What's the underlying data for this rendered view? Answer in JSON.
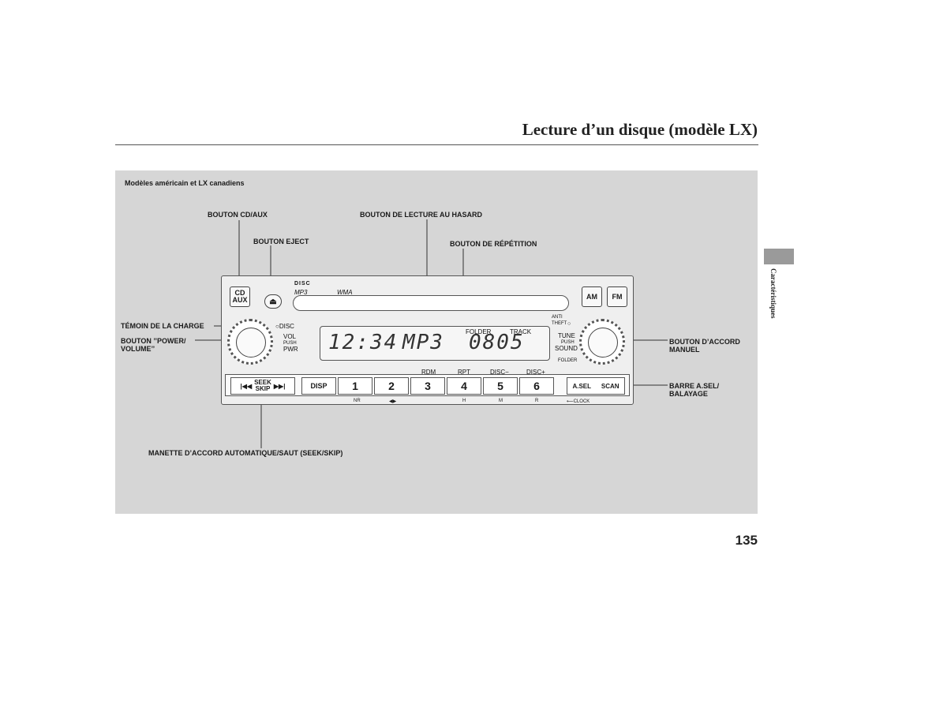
{
  "page": {
    "title": "Lecture d’un disque (modèle LX)",
    "section_tab": "Caractéristiques",
    "page_number": "135"
  },
  "figure": {
    "model_note": "Modèles américain et LX canadiens",
    "callouts": {
      "cd_aux": "BOUTON CD/AUX",
      "random": "BOUTON DE LECTURE AU HASARD",
      "eject": "BOUTON EJECT",
      "repeat": "BOUTON DE RÉPÉTITION",
      "charge": "TÉMOIN DE LA CHARGE",
      "power_volume": "BOUTON ’’POWER/\nVOLUME’’",
      "tune": "BOUTON D’ACCORD\nMANUEL",
      "asel_scan": "BARRE A.SEL/\nBALAYAGE",
      "seek_skip": "MANETTE D’ACCORD AUTOMATIQUE/SAUT (SEEK/SKIP)"
    }
  },
  "radio": {
    "cd_aux_label": "CD\nAUX",
    "eject_symbol": "⏏",
    "disc_logo": "DISC",
    "mp3_logo": "MP3",
    "wma_logo": "WMA",
    "am": "AM",
    "fm": "FM",
    "disc_indicator": "DISC",
    "vol": "VOL",
    "push_left": "PUSH",
    "pwr": "PWR",
    "anti_theft": "ANTI\nTHEFT",
    "tune": "TUNE",
    "push_right": "PUSH",
    "sound": "SOUND",
    "folder_below": "FOLDER",
    "display": {
      "folder_label": "FOLDER",
      "track_label": "TRACK",
      "clock": "12:34",
      "mode": "MP3",
      "folder_track": "0805"
    },
    "seek_skip": "SEEK\nSKIP",
    "seek_prev": "|◀◀",
    "seek_next": "▶▶|",
    "disp": "DISP",
    "presets": [
      "1",
      "2",
      "3",
      "4",
      "5",
      "6"
    ],
    "rdm": "RDM",
    "rpt": "RPT",
    "disc_minus": "DISC−",
    "disc_plus": "DISC+",
    "asel": "A.SEL",
    "scan": "SCAN",
    "under_labels": {
      "nr": "NR",
      "balance": "◀▶",
      "h": "H",
      "m": "M",
      "r": "R",
      "clock": "⟵CLOCK"
    }
  }
}
